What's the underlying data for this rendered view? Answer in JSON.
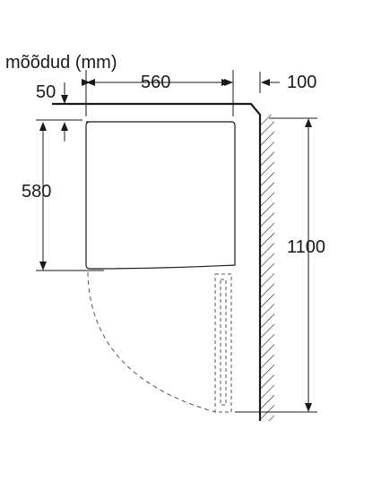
{
  "title": "mõõdud (mm)",
  "dimensions": {
    "top_gap": "50",
    "width": "560",
    "wall_gap": "100",
    "depth": "580",
    "door_open_depth": "1100"
  },
  "colors": {
    "line": "#1a1a1a",
    "dash": "#555555",
    "background": "#ffffff"
  }
}
